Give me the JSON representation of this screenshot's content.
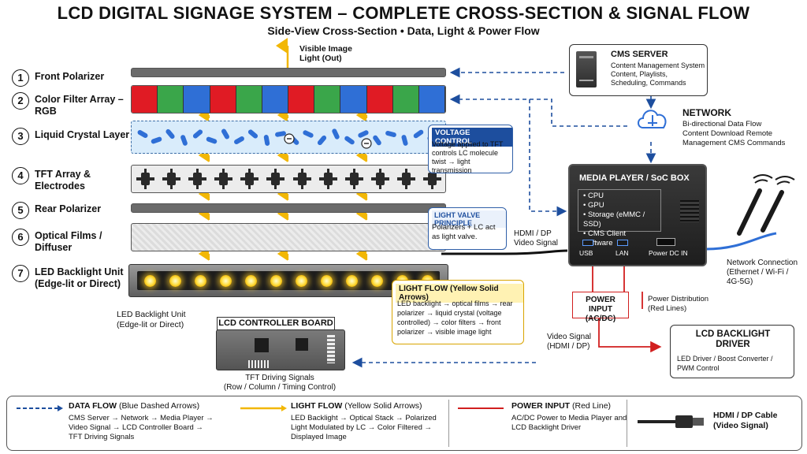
{
  "header": {
    "title": "LCD DIGITAL SIGNAGE SYSTEM – COMPLETE CROSS-SECTION & SIGNAL FLOW",
    "subtitle": "Side-View Cross-Section  •  Data, Light & Power Flow"
  },
  "layers": [
    {
      "num": "1",
      "label": "Front Polarizer"
    },
    {
      "num": "2",
      "label": "Color Filter Array –\nRGB"
    },
    {
      "num": "3",
      "label": "Liquid Crystal Layer"
    },
    {
      "num": "4",
      "label": "TFT Array &\nElectrodes"
    },
    {
      "num": "5",
      "label": "Rear Polarizer"
    },
    {
      "num": "6",
      "label": "Optical Films /\nDiffuser"
    },
    {
      "num": "7",
      "label": "LED Backlight Unit\n(Edge-lit or Direct)"
    }
  ],
  "visible_image_label": "Visible Image\nLight (Out)",
  "color_filter_sequence": [
    "#e01b24",
    "#3aa64a",
    "#2f6fd6",
    "#e01b24",
    "#3aa64a",
    "#2f6fd6",
    "#e01b24",
    "#3aa64a",
    "#2f6fd6",
    "#e01b24",
    "#3aa64a",
    "#2f6fd6"
  ],
  "voltage_control": {
    "title": "VOLTAGE CONTROL",
    "text": "Voltage applied to TFT controls LC molecule twist → light transmission"
  },
  "light_valve": {
    "title": "LIGHT VALVE PRINCIPLE",
    "text": "Polarizers + LC act as light valve."
  },
  "light_flow_box": {
    "title": "LIGHT FLOW (Yellow Solid Arrows)",
    "text": "LED backlight → optical films → rear polarizer → liquid crystal (voltage controlled) → color filters → front polarizer → visible image light"
  },
  "backlight_caption": "LED Backlight Unit\n(Edge-lit or Direct)",
  "controller": {
    "title": "LCD CONTROLLER BOARD",
    "caption": "TFT Driving Signals\n(Row / Column / Timing Control)"
  },
  "cms": {
    "title": "CMS SERVER",
    "text": "Content Management System Content, Playlists, Scheduling, Commands"
  },
  "network": {
    "title": "NETWORK",
    "text": "Bi-directional Data Flow\nContent Download Remote Management CMS Commands"
  },
  "media_player": {
    "title": "MEDIA PLAYER / SoC BOX",
    "items": [
      "CPU",
      "GPU",
      "Storage (eMMC / SSD)",
      "CMS Client Software"
    ],
    "ports": [
      "USB",
      "LAN",
      "Power DC IN"
    ]
  },
  "hdmi_label": "HDMI / DP\nVideo Signal",
  "network_conn": "Network Connection\n(Ethernet / Wi-Fi /\n4G-5G)",
  "power_input": "POWER INPUT\n(AC/DC)",
  "power_distribution": "Power Distribution\n(Red Lines)",
  "video_signal": "Video Signal\n(HDMI / DP)",
  "backlight_driver": {
    "title": "LCD BACKLIGHT\nDRIVER",
    "text": "LED Driver / Boost Converter / PWM Control"
  },
  "legend": {
    "data_flow": {
      "title": "DATA FLOW",
      "suffix": " (Blue Dashed Arrows)",
      "text": "CMS Server → Network → Media Player → Video Signal → LCD Controller Board → TFT Driving Signals"
    },
    "light_flow": {
      "title": "LIGHT FLOW",
      "suffix": " (Yellow Solid Arrows)",
      "text": "LED Backlight → Optical Stack → Polarized Light Modulated by LC → Color Filtered → Displayed Image"
    },
    "power": {
      "title": "POWER INPUT",
      "suffix": " (Red Line)",
      "text": "AC/DC Power to Media Player and LCD Backlight Driver"
    },
    "cable": {
      "title": "HDMI / DP Cable\n(Video Signal)"
    }
  },
  "colors": {
    "data_flow": "#1d4e9e",
    "light_flow": "#f2b705",
    "power": "#d11f1f"
  }
}
